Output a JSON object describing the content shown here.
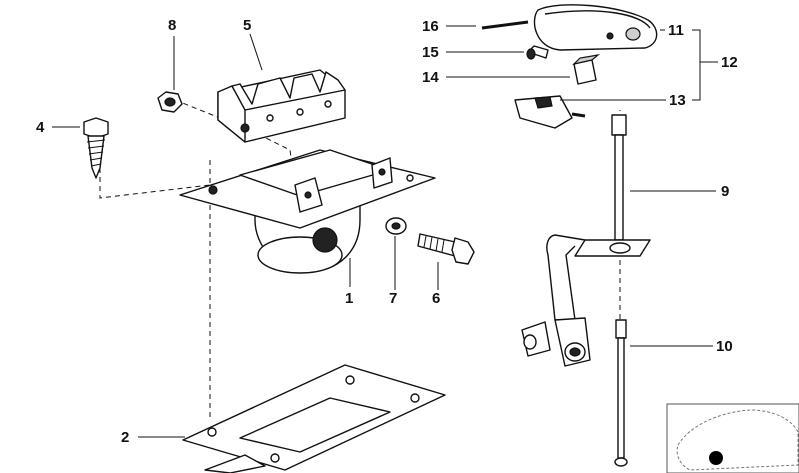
{
  "callouts": [
    {
      "id": "1",
      "label": "1"
    },
    {
      "id": "2",
      "label": "2"
    },
    {
      "id": "4",
      "label": "4"
    },
    {
      "id": "5",
      "label": "5"
    },
    {
      "id": "6",
      "label": "6"
    },
    {
      "id": "7",
      "label": "7"
    },
    {
      "id": "8",
      "label": "8"
    },
    {
      "id": "9",
      "label": "9"
    },
    {
      "id": "10",
      "label": "10"
    },
    {
      "id": "11",
      "label": "11"
    },
    {
      "id": "12",
      "label": "12"
    },
    {
      "id": "13",
      "label": "13"
    },
    {
      "id": "14",
      "label": "14"
    },
    {
      "id": "15",
      "label": "15"
    },
    {
      "id": "16",
      "label": "16"
    }
  ],
  "thumbnail_icon": "car-silhouette-icon"
}
